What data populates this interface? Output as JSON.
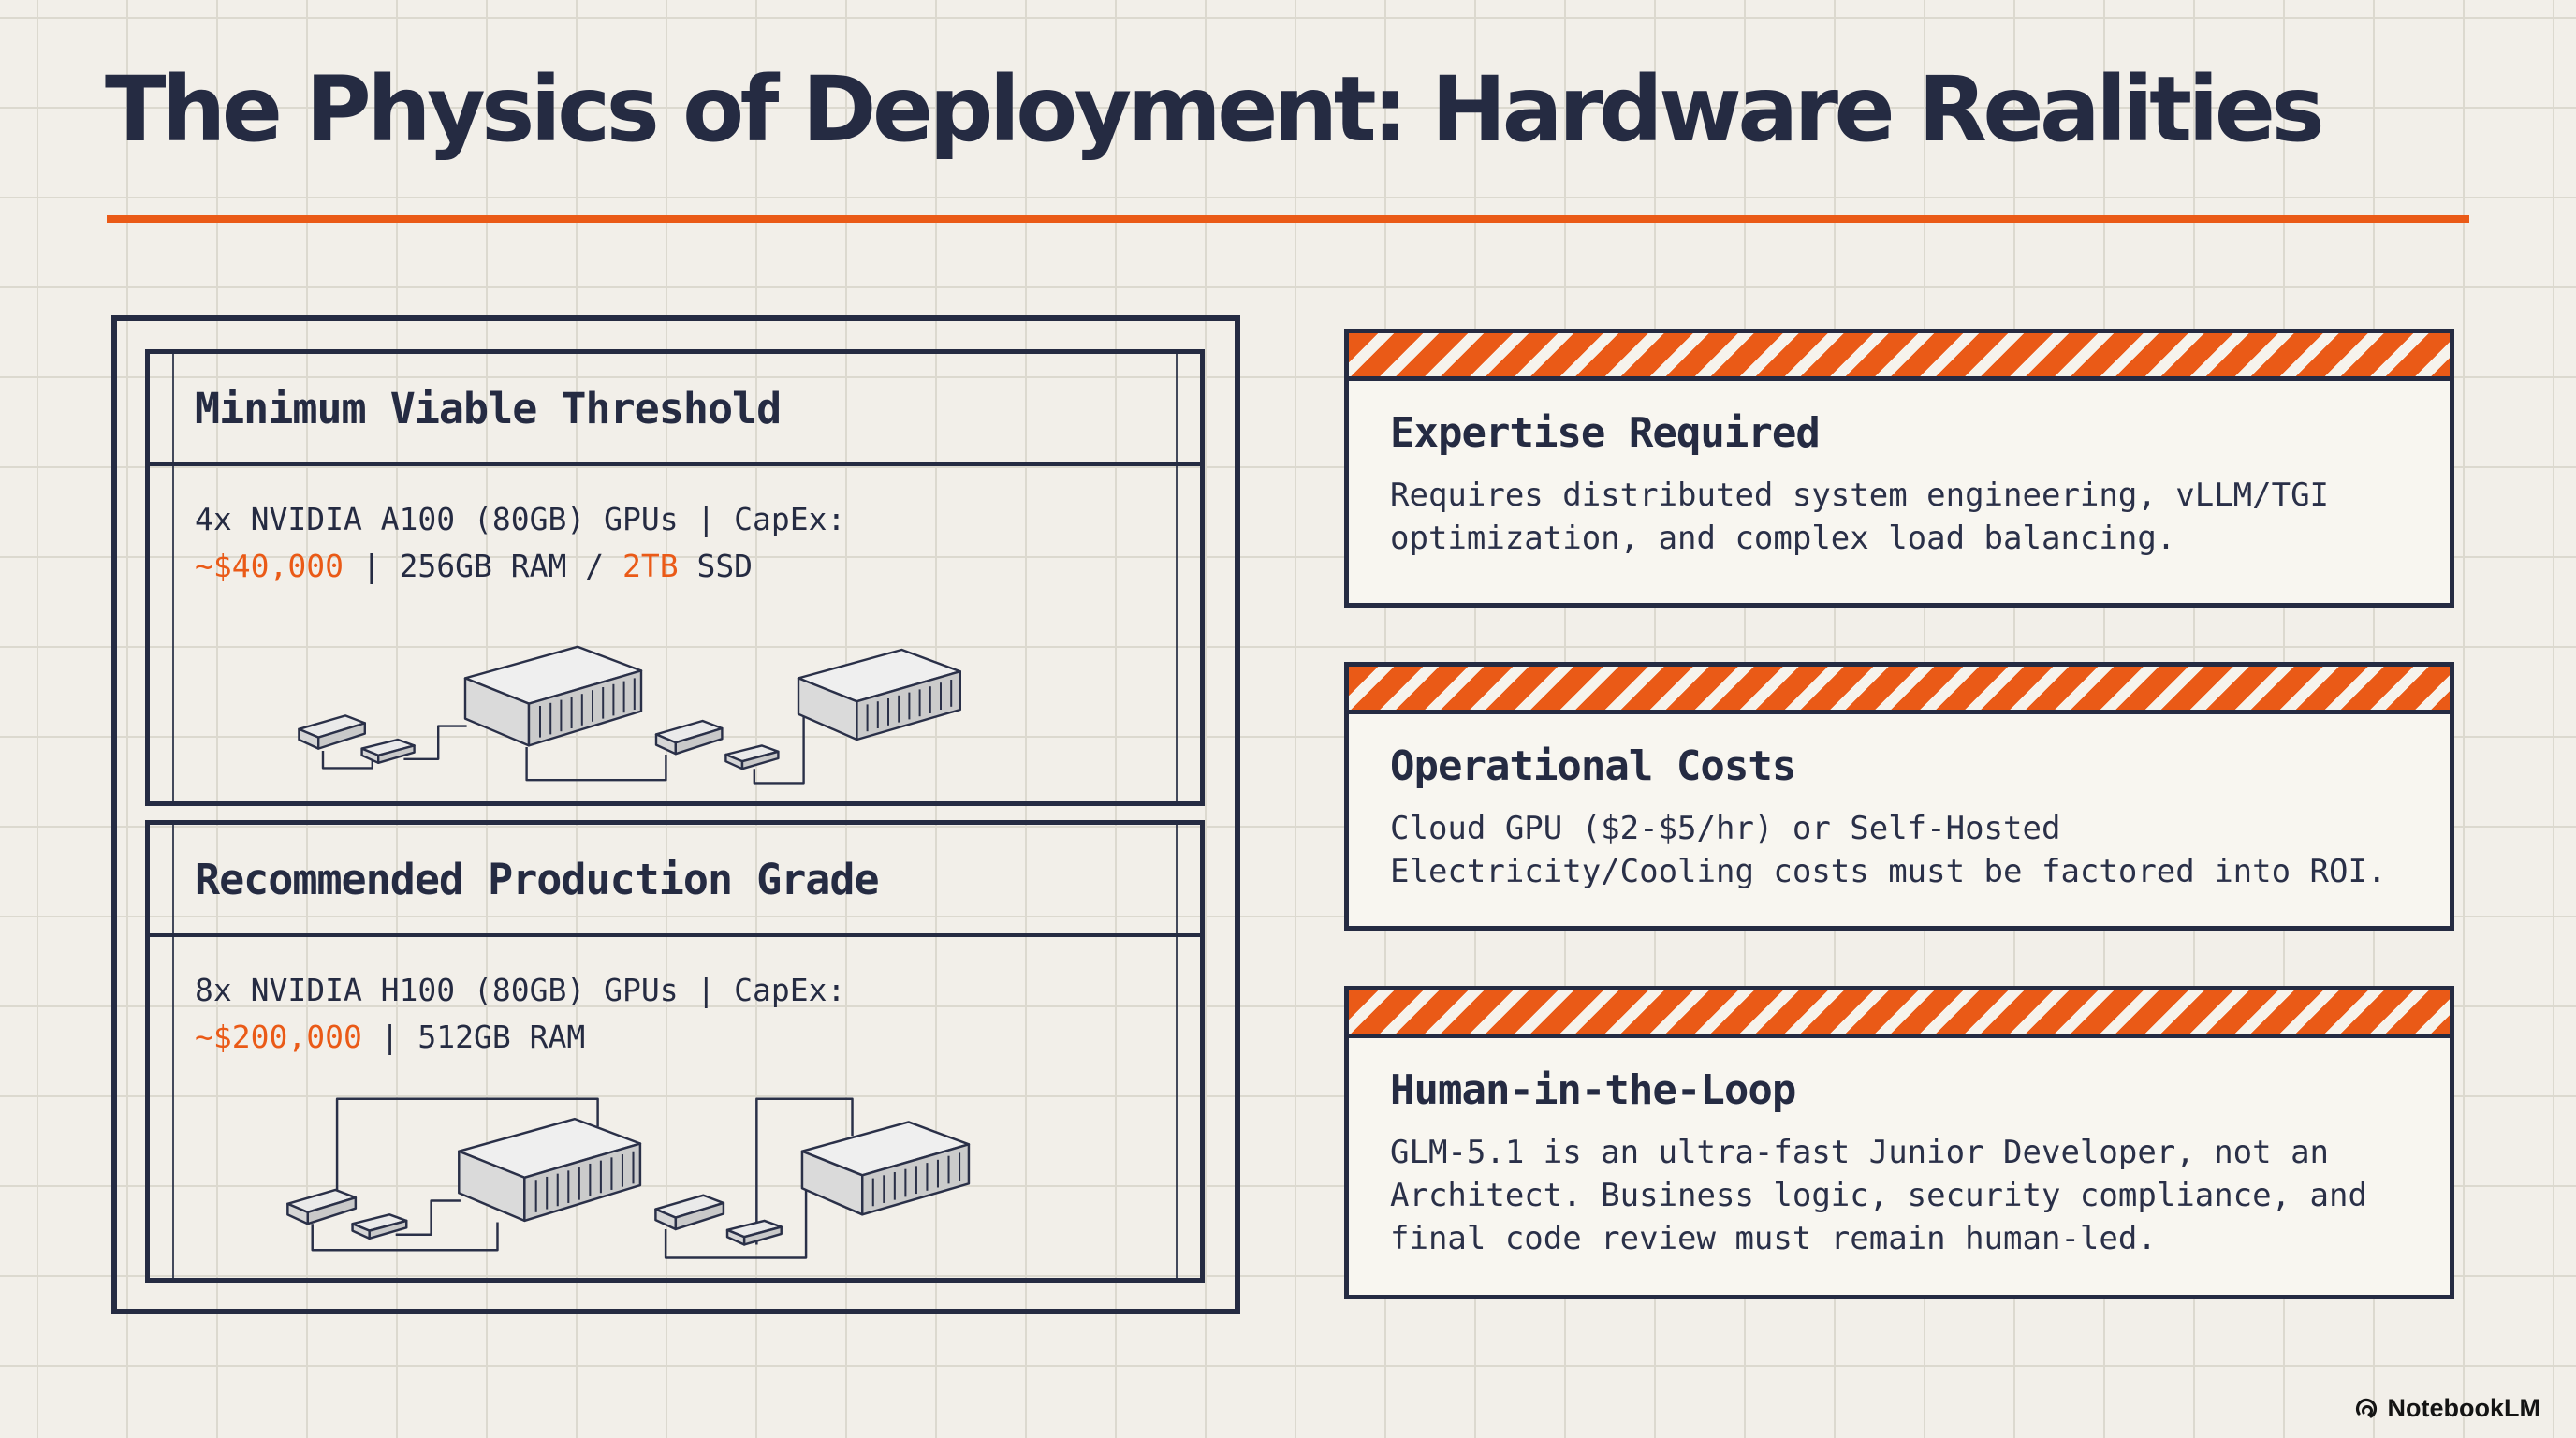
{
  "header": {
    "title": "The Physics of Deployment: Hardware Realities"
  },
  "hardware_panels": [
    {
      "heading": "Minimum Viable Threshold",
      "spec_line1": "4x NVIDIA A100 (80GB) GPUs | CapEx:",
      "spec_line2": [
        {
          "text": "~$40,000",
          "accent": true
        },
        {
          "text": " | 256GB RAM / ",
          "accent": false
        },
        {
          "text": "2TB",
          "accent": true
        },
        {
          "text": " SSD",
          "accent": false
        }
      ]
    },
    {
      "heading": "Recommended Production Grade",
      "spec_line1": "8x NVIDIA H100 (80GB) GPUs | CapEx:",
      "spec_line2": [
        {
          "text": "~$200,000",
          "accent": true
        },
        {
          "text": " | 512GB RAM",
          "accent": false
        }
      ]
    }
  ],
  "warning_cards": [
    {
      "heading": "Expertise Required",
      "body": "Requires distributed system engineering, vLLM/TGI\noptimization, and complex load balancing."
    },
    {
      "heading": "Operational Costs",
      "body": "Cloud GPU ($2-$5/hr) or Self-Hosted\nElectricity/Cooling costs must be factored into ROI."
    },
    {
      "heading": "Human-in-the-Loop",
      "body": "GLM-5.1 is an ultra-fast Junior Developer, not an\nArchitect. Business logic, security compliance, and\nfinal code review must remain human-led."
    }
  ],
  "footer": {
    "brand": "NotebookLM"
  },
  "colors": {
    "accent_orange": "#ea5a17",
    "ink_navy": "#252b42",
    "background": "#f2efe9"
  }
}
